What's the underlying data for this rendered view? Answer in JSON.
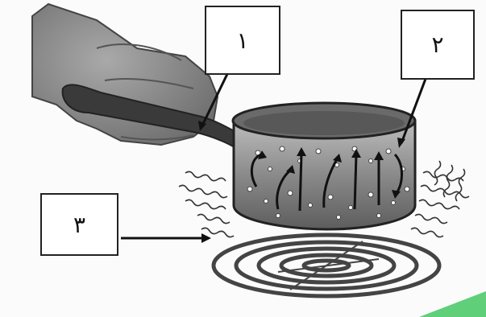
{
  "labels": {
    "one": "١",
    "two": "٢",
    "three": "٣"
  },
  "colors": {
    "outline": "#222222",
    "hand": "#8c8c8c",
    "handle": "#3a3a3a",
    "water": "#6a6a6a",
    "coil": "#444444",
    "accent_green": "#5fcf7a"
  }
}
